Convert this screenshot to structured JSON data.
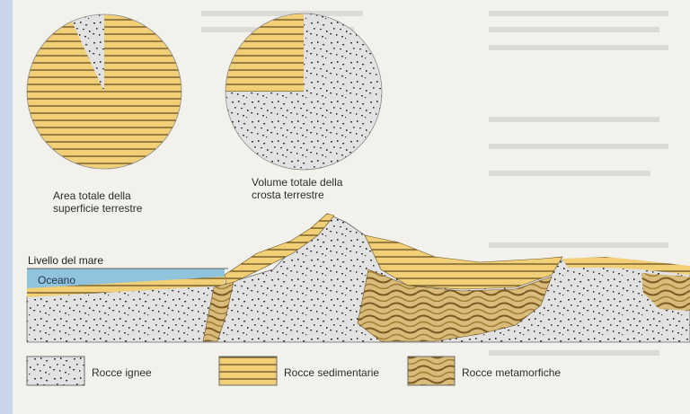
{
  "captions": {
    "area_line1": "Area totale della",
    "area_line2": "superficie terrestre",
    "volume_line1": "Volume totale della",
    "volume_line2": "crosta terrestre"
  },
  "cross_section": {
    "sea_level_label": "Livello del mare",
    "ocean_label": "Oceano"
  },
  "legend": {
    "igneous": "Rocce ignee",
    "sedimentary": "Rocce sedimentarie",
    "metamorphic": "Rocce metamorfiche"
  },
  "colors": {
    "sedimentary": "#f0cf77",
    "igneous": "#dedede",
    "metamorphic": "#c9a863",
    "ocean": "#8fc4dc"
  },
  "pie_area": {
    "sedimentary_fraction": 0.95,
    "igneous_fraction": 0.05
  },
  "pie_volume": {
    "sedimentary_fraction": 0.25,
    "igneous_fraction": 0.75
  }
}
